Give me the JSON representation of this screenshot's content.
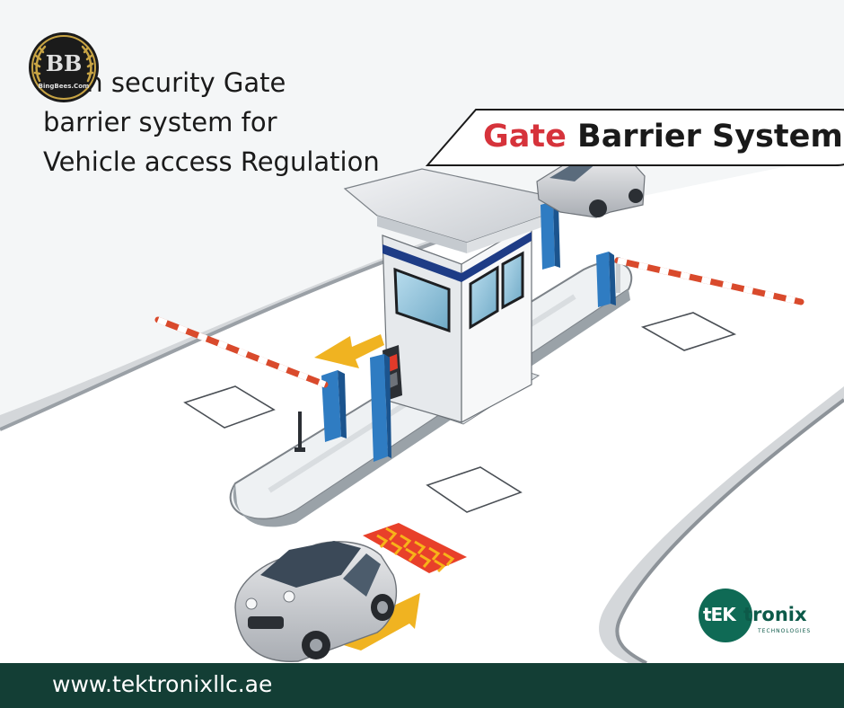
{
  "headline": {
    "lines": [
      "High security Gate",
      "barrier system for",
      "Vehicle access Regulation"
    ]
  },
  "badge": {
    "text": "Gate Barrier System",
    "accent_word": "Gate",
    "rest_words": "Barrier System",
    "accent_color": "#d6333b"
  },
  "logo_badge": {
    "monogram": "BB",
    "caption": "BingBees.Com"
  },
  "brand": {
    "name_accent": "tEK",
    "name_rest": "tronix",
    "subtitle": "TECHNOLOGIES",
    "color": "#0f6a55"
  },
  "footer": {
    "url": "www.tektronixllc.ae",
    "background": "#133e35"
  },
  "illustration": {
    "subject": "toll-booth-with-boom-barriers",
    "icons": [
      "booth-icon",
      "boom-barrier-icon",
      "car-icon",
      "direction-arrow-icon",
      "speed-bump-icon"
    ]
  }
}
